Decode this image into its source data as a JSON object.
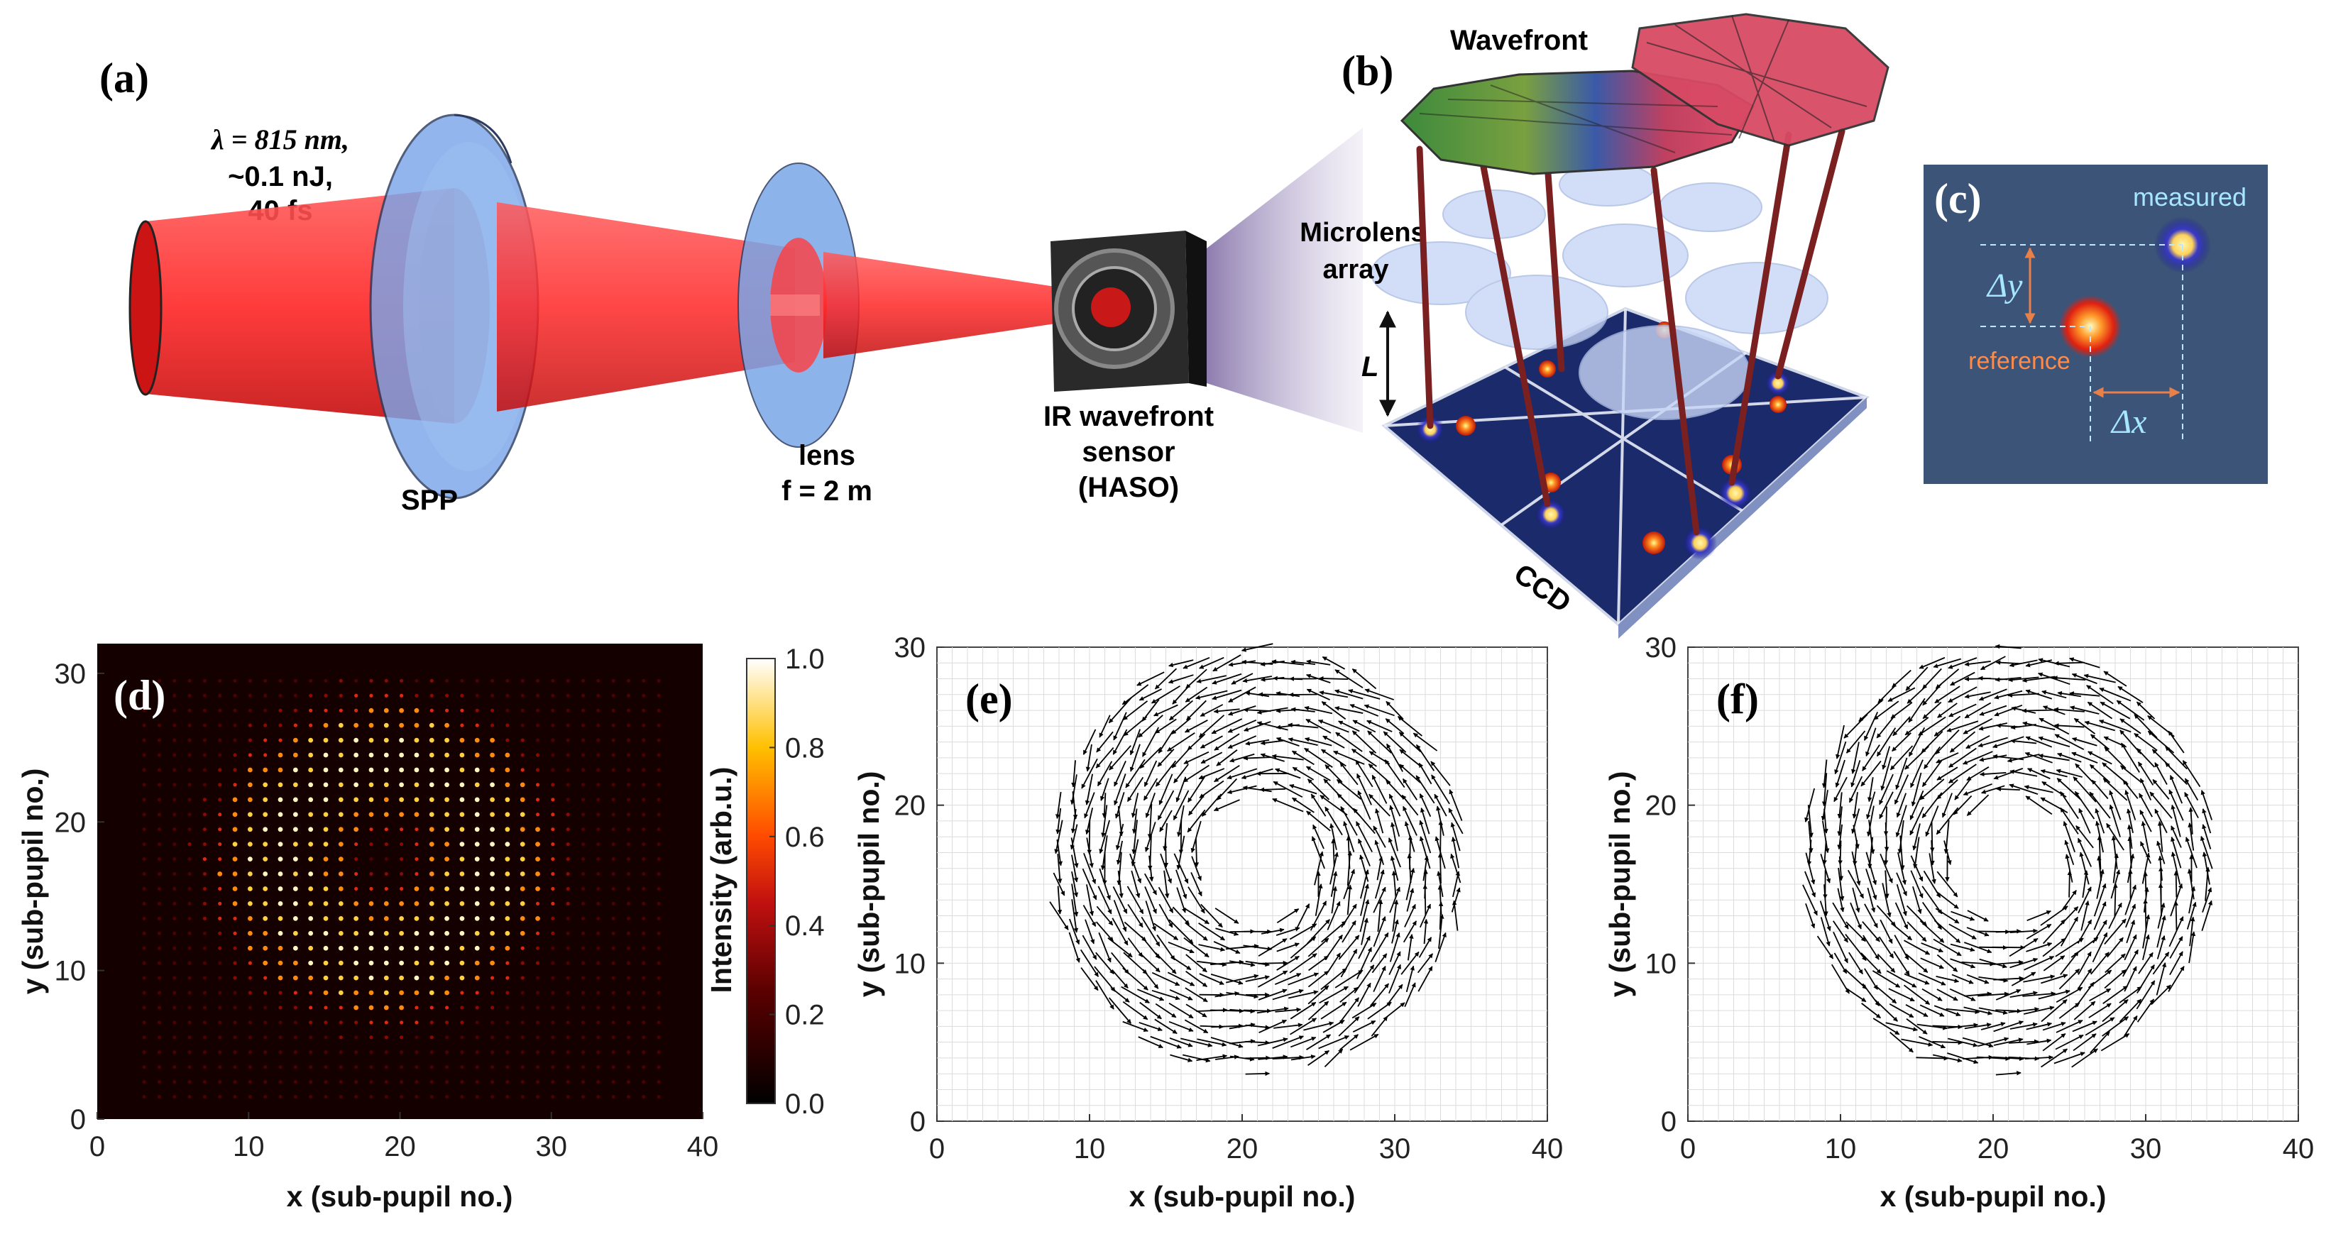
{
  "panels": {
    "a": {
      "label": "(a)",
      "beam_params": [
        "λ = 815 nm,",
        "~0.1 nJ,",
        "40 fs"
      ],
      "spp_label": "SPP",
      "lens_label": [
        "lens",
        "f = 2 m"
      ],
      "sensor_label": [
        "IR wavefront",
        "sensor",
        "(HASO)"
      ]
    },
    "b": {
      "label": "(b)",
      "wavefront_label": "Wavefront",
      "microlens_label": [
        "Microlens",
        "array"
      ],
      "L_label": "L",
      "ccd_label": "CCD"
    },
    "c": {
      "label": "(c)",
      "measured_label": "measured",
      "reference_label": "reference",
      "dy_label": "Δy",
      "dx_label": "Δx"
    },
    "d": {
      "label": "(d)"
    },
    "e": {
      "label": "(e)"
    },
    "f": {
      "label": "(f)"
    }
  },
  "chart_data": [
    {
      "panel": "d",
      "type": "heatmap",
      "xlabel": "x (sub-pupil no.)",
      "ylabel": "y (sub-pupil no.)",
      "xlim": [
        0,
        40
      ],
      "ylim": [
        0,
        32
      ],
      "xticks": [
        0,
        10,
        20,
        30,
        40
      ],
      "yticks": [
        0,
        10,
        20,
        30
      ],
      "colorbar": {
        "label": "Intensity (arb.u.)",
        "range": [
          0,
          1
        ],
        "ticks": [
          "0.0",
          "0.2",
          "0.4",
          "0.6",
          "0.8",
          "1.0"
        ]
      },
      "annular_center": [
        19,
        17.5
      ]
    },
    {
      "panel": "e",
      "type": "quiver",
      "xlabel": "x (sub-pupil no.)",
      "ylabel": "y (sub-pupil no.)",
      "xlim": [
        0,
        40
      ],
      "ylim": [
        0,
        30
      ],
      "grid": true,
      "xticks": [
        0,
        10,
        20,
        30,
        40
      ],
      "yticks": [
        0,
        10,
        20,
        30
      ],
      "vortex_center": [
        21,
        16.5
      ],
      "radius_range": [
        4,
        13.5
      ],
      "rotation": "counterclockwise"
    },
    {
      "panel": "f",
      "type": "quiver",
      "xlabel": "x (sub-pupil no.)",
      "ylabel": "y (sub-pupil no.)",
      "xlim": [
        0,
        40
      ],
      "ylim": [
        0,
        30
      ],
      "grid": true,
      "xticks": [
        0,
        10,
        20,
        30,
        40
      ],
      "yticks": [
        0,
        10,
        20,
        30
      ],
      "vortex_center": [
        21,
        16.5
      ],
      "radius_range": [
        4,
        13.5
      ],
      "rotation": "counterclockwise"
    }
  ]
}
